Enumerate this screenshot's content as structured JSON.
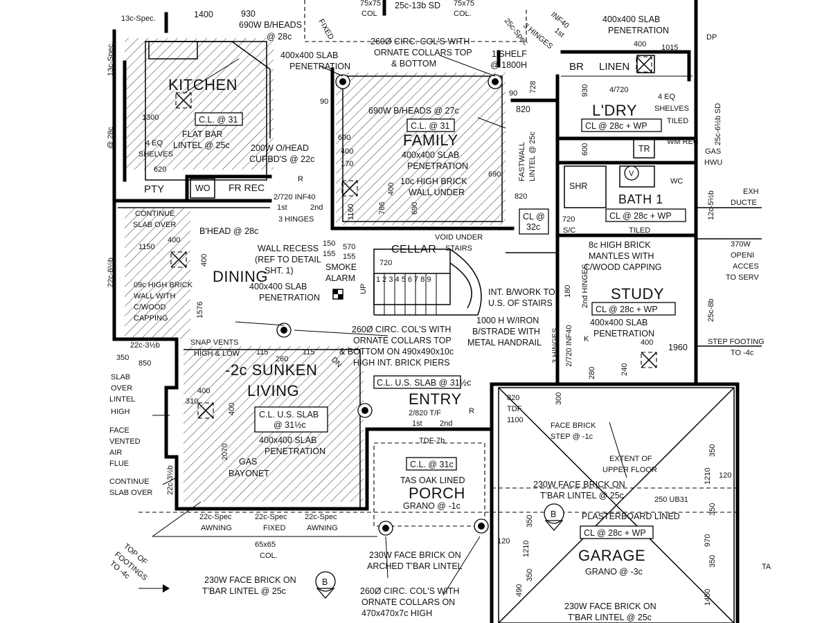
{
  "rooms": {
    "kitchen": "KITCHEN",
    "family": "FAMILY",
    "dining": "DINING",
    "sunken_living_1": "-2c SUNKEN",
    "sunken_living_2": "LIVING",
    "entry": "ENTRY",
    "porch": "PORCH",
    "garage": "GARAGE",
    "study": "STUDY",
    "ldry": "L'DRY",
    "bath": "BATH 1",
    "cellar": "CELLAR",
    "pty": "PTY",
    "wo": "WO",
    "fr_rec": "FR REC",
    "br": "BR",
    "linen": "LINEN",
    "shr": "SHR",
    "tr": "TR",
    "wm_rec": "WM REC"
  },
  "boxes": {
    "kitchen_cl": "C.L. @ 31",
    "family_cl": "C.L. @ 31",
    "ldry_cl": "CL @ 28c + WP",
    "bath_cl": "CL @ 28c + WP",
    "study_cl": "CL @ 28c + WP",
    "cl32": "CL @",
    "cl32b": "32c",
    "living_cl1": "C.L. U.S. SLAB",
    "living_cl2": "@ 31½c",
    "entry_slab": "C.L. U.S. SLAB @ 31½c",
    "porch_cl": "C.L. @ 31c",
    "garage_cl": "CL @ 28c + WP"
  },
  "notes": {
    "n1400": "1400",
    "n930": "930",
    "b_heads": "690W B/HEADS",
    "at28c": "@ 28c",
    "spec13": "13c-Spec.",
    "col75a": "75x75",
    "col_a": "COL",
    "sd": "25c-13b SD",
    "col75b": "75x75",
    "col_b": "COL.",
    "spec25": "25c-Spec",
    "fixed": "FIXED",
    "inf40": "INF40",
    "first": "1st",
    "hinges3": "3 HINGES",
    "slab_ul": "400x400 SLAB",
    "pen_ul": "PENETRATION",
    "n400": "400",
    "n1015": "1015",
    "dp": "DP",
    "circ1": "260Ø CIRC. COL'S WITH",
    "circ2": "ORNATE COLLARS TOP",
    "circ3": "& BOTTOM",
    "shelf1": "1 SHELF",
    "shelf2": "@ 1800H",
    "slab_k1": "400x400 SLAB",
    "slab_k2": "PENETRATION",
    "flat1": "FLAT BAR",
    "flat2": "LINTEL @ 25c",
    "shelves4": "4 EQ",
    "shelves4b": "SHELVES",
    "n620": "620",
    "n1300": "1300",
    "oh1": "200W O/HEAD",
    "oh2": "CUPBD'S @ 22c",
    "fam_bh": "690W B/HEADS @ 27c",
    "fam_slab1": "400x400 SLAB",
    "fam_slab2": "PENETRATION",
    "fam_brick1": "10c HIGH BRICK",
    "fam_brick2": "WALL UNDER",
    "n820a": "820",
    "fastwall": "FASTWALL",
    "lintel25": "LINTEL @ 25c",
    "n4720": "4/720",
    "eq_shelves": "4 EQ",
    "eq_shelves2": "SHELVES",
    "tiled": "TILED",
    "n930b": "930",
    "n600": "600",
    "gas": "GAS",
    "hwu": "HWU",
    "sd612": "25c-6½b SD",
    "exh": "EXH",
    "ducte": "DUCTE",
    "n1252": "12c-5½b",
    "bath_tiled": "TILED",
    "n720s": "720",
    "sc": "S/C",
    "inf272": "2/720 INF40",
    "second": "2nd",
    "hinges3b": "3 HINGES",
    "cont1": "CONTINUE",
    "cont2": "SLAB OVER",
    "bhead": "B'HEAD @ 28c",
    "recess1": "WALL RECESS",
    "recess2": "(REF TO DETAIL",
    "recess3": "SHT. 1)",
    "smoke1": "SMOKE",
    "smoke2": "ALARM",
    "void1": "VOID UNDER",
    "void2": "STAIRS",
    "n720c": "720",
    "n150": "150",
    "n155": "155",
    "n570": "570",
    "n155b": "155",
    "n1150": "1150",
    "n400d": "400",
    "n400e": "400",
    "din_slab1": "400x400 SLAB",
    "din_slab2": "PENETRATION",
    "w09_1": "09c HIGH BRICK",
    "w09_2": "WALL WITH",
    "w09_3": "C/WOOD",
    "w09_4": "CAPPING",
    "n1576": "1576",
    "n2281": "22c-8½b",
    "mantle1": "8c HIGH BRICK",
    "mantle2": "MANTLES WITH",
    "mantle3": "C/WOOD CAPPING",
    "n370": "370W",
    "openi": "OPENI",
    "acces": "ACCES",
    "toserv": "TO SERV",
    "ib1": "INT. B/WORK TO",
    "ib2": "U.S. OF STAIRS",
    "iron1": "1000 H W/IRON",
    "iron2": "B/STRADE WITH",
    "iron3": "METAL HANDRAIL",
    "circ4": "260Ø CIRC. COL'S WITH",
    "circ5": "ORNATE COLLARS TOP",
    "circ6": "& BOTTOM ON 490x490x10c",
    "circ7": "HIGH INT. BRICK PIERS",
    "study_slab1": "400x400 SLAB",
    "study_slab2": "PENETRATION",
    "n1960": "1960",
    "n258": "25c-8b",
    "step1": "STEP FOOTING",
    "step2": "TO -4c",
    "snap1": "SNAP VENTS",
    "snap2": "HIGH & LOW",
    "n115a": "115",
    "n260": "260",
    "n115b": "115",
    "n350": "350",
    "n850": "850",
    "n2231": "22c-3½b",
    "dn": "DN",
    "n400f": "400",
    "n310": "310",
    "n400g": "400",
    "n2070": "2070",
    "liv_slab1": "400x400 SLAB",
    "liv_slab2": "PENETRATION",
    "gas1": "GAS",
    "gas2": "BAYONET",
    "slab_over": "SLAB",
    "over": "OVER",
    "lintel_l": "LINTEL",
    "high_l": "HIGH",
    "face_l": "FACE",
    "vented": "VENTED",
    "air": "AIR",
    "flue": "FLUE",
    "cont3": "CONTINUE",
    "cont4": "SLAB OVER",
    "n2232": "22c-3½b",
    "entry_door": "2/820 T/F",
    "tdf7": "TDF-7b",
    "n820b": "820",
    "tdf": "TDF",
    "n1100": "1100",
    "n300": "300",
    "fb_step1": "FACE BRICK",
    "fb_step2": "STEP @ -1c",
    "extent1": "EXTENT OF",
    "extent2": "UPPER FLOOR",
    "fb230a": "230W FACE BRICK ON",
    "fb230b": "T'BAR LINTEL @ 25c",
    "ub": "250 UB31",
    "plaster": "PLASTERBOARD LINED",
    "grano3": "GRANO @ -3c",
    "tas1": "TAS OAK LINED",
    "grano1": "GRANO @ -1c",
    "awning1": "22c-Spec",
    "awning1b": "AWNING",
    "fixed2a": "22c-Spec",
    "fixed2b": "FIXED",
    "awning2": "22c-Spec",
    "awning2b": "AWNING",
    "col65a": "65x65",
    "col65b": "COL.",
    "topf1": "TOP OF",
    "topf2": "FOOTINGS",
    "topf3": "TO -4c",
    "fb_arch1": "230W FACE BRICK ON",
    "fb_arch2": "ARCHED T'BAR LINTEL",
    "fb_l1": "230W FACE BRICK ON",
    "fb_l2": "T'BAR LINTEL @ 25c",
    "circ8": "260Ø CIRC. COL'S WITH",
    "circ9": "ORNATE COLLARS ON",
    "circ10": "470x470x7c HIGH",
    "fb_g1": "230W FACE BRICK ON",
    "fb_g2": "T'BAR LINTEL @ 25c",
    "n1210": "1210",
    "n120": "120",
    "n350b": "350",
    "n350c": "350",
    "n970": "970",
    "n350d": "350",
    "n1450": "1450",
    "n120b": "120",
    "n1210b": "1210",
    "n350e": "350",
    "n490": "490",
    "n350f": "350",
    "ta": "TA",
    "b_marker": "B",
    "r_marker": "R",
    "k_marker": "K",
    "v_marker": "V",
    "wc": "WC",
    "n90a": "90",
    "n90b": "90",
    "n690a": "690",
    "n690b": "690",
    "n400h": "400",
    "n170": "170",
    "n1160": "1160",
    "n786": "786",
    "n400i": "400",
    "n690c": "690",
    "n728": "728",
    "n820c": "820",
    "n180": "180",
    "hinges2": "2nd HINGES",
    "inf2720": "2/720 INF40",
    "hinges3c": "3 HINGES",
    "n280": "280",
    "n240": "240",
    "n400j": "400",
    "stairs": "1 2 3 4 5 6 7 8 9",
    "up": "UP",
    "n28c": "@ 28c",
    "n13spec": "13c-Spec."
  }
}
